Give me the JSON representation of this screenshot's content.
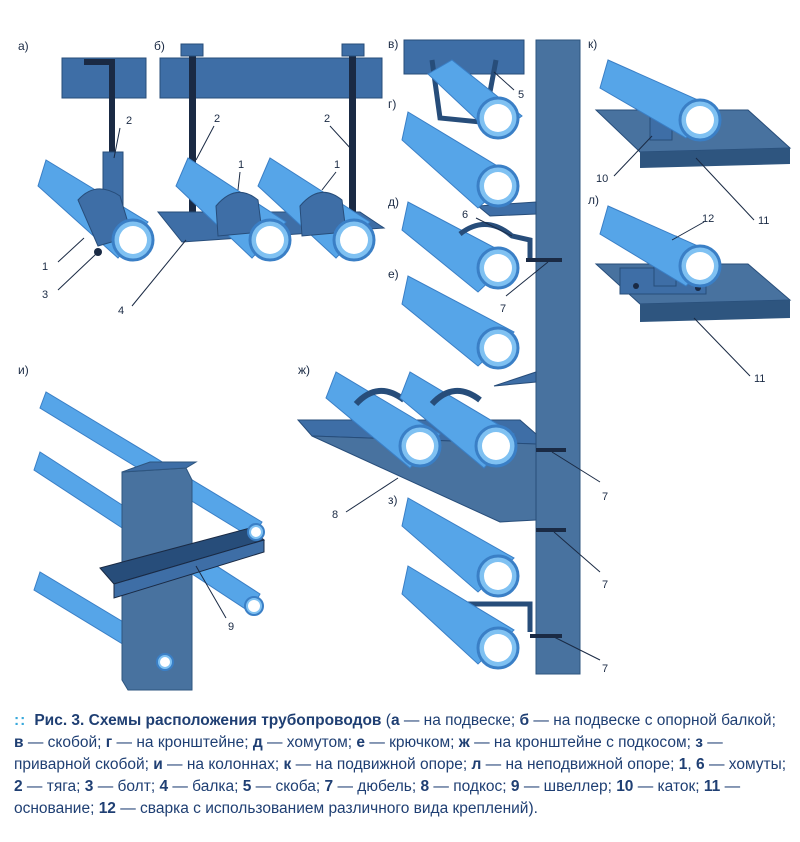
{
  "colors": {
    "pipe": "#56a5e8",
    "pipe_dark": "#3a7fc6",
    "pipe_light": "#7fc1f2",
    "steel": "#3e6ea6",
    "steel_dark": "#274d7a",
    "steel_light": "#5a8bc4",
    "column": "#48729f",
    "accent": "#39a9dc",
    "caption_text": "#1f3f73"
  },
  "panel_labels": {
    "a": "а)",
    "b": "б)",
    "v": "в)",
    "g": "г)",
    "d": "д)",
    "e": "е)",
    "zh": "ж)",
    "z": "з)",
    "i": "и)",
    "k": "к)",
    "l": "л)"
  },
  "callouts": {
    "n1": "1",
    "n2": "2",
    "n3": "3",
    "n4": "4",
    "n5": "5",
    "n6": "6",
    "n7": "7",
    "n8": "8",
    "n9": "9",
    "n10": "10",
    "n11": "11",
    "n12": "12"
  },
  "caption": {
    "dots": "::",
    "title": "Рис. 3. Схемы расположения трубопроводов",
    "s_a_k": "а",
    "s_a_t": " — на подвеске; ",
    "s_b_k": "б",
    "s_b_t": " — на подвеске с опорной балкой; ",
    "s_v_k": "в",
    "s_v_t": " — скобой; ",
    "s_g_k": "г",
    "s_g_t": " — на кронштейне; ",
    "s_d_k": "д",
    "s_d_t": " — хомутом; ",
    "s_e_k": "е",
    "s_e_t": " — крючком; ",
    "s_zh_k": "ж",
    "s_zh_t": " — на кронштейне с подкосом; ",
    "s_z_k": "з",
    "s_z_t": " — приварной скобой; ",
    "s_i_k": "и",
    "s_i_t": " — на колоннах; ",
    "s_k_k": "к",
    "s_k_t": " — на подвижной опоре; ",
    "s_l_k": "л",
    "s_l_t": " — на неподвижной опоре; ",
    "n_1": "1",
    "n_1_sep": ", ",
    "n_6": "6",
    "n_6_t": " — хомуты; ",
    "n_2": "2",
    "n_2_t": " — тяга; ",
    "n_3": "3",
    "n_3_t": " — болт; ",
    "n_4": "4",
    "n_4_t": " — балка; ",
    "n_5": "5",
    "n_5_t": " — скоба; ",
    "n_7": "7",
    "n_7_t": " — дюбель; ",
    "n_8": "8",
    "n_8_t": " — подкос; ",
    "n_9": "9",
    "n_9_t": " — швеллер; ",
    "n_10": "10",
    "n_10_t": " — каток; ",
    "n_11": "11",
    "n_11_t": " — основание; ",
    "n_12": "12",
    "n_12_t": " — сварка с использованием различного вида креплений)."
  }
}
